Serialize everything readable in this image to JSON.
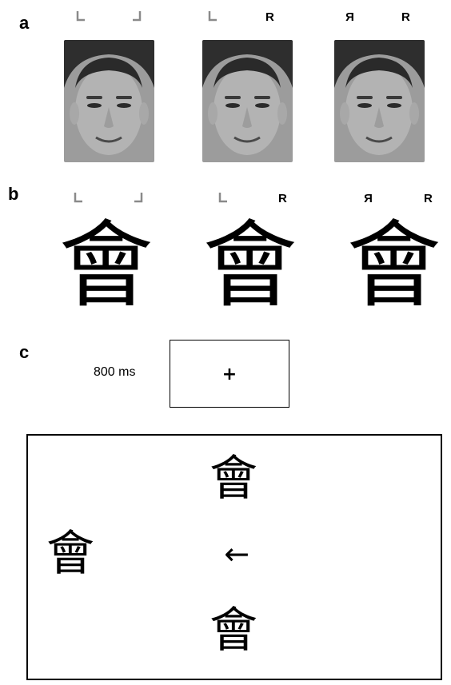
{
  "panels": {
    "a": {
      "letter": "a",
      "stimuli": [
        {
          "labels": [
            "L",
            "J"
          ],
          "label_styles": [
            "gray-corner",
            "gray-corner-mirror"
          ],
          "image": "face-icon"
        },
        {
          "labels": [
            "L",
            "R"
          ],
          "label_styles": [
            "gray-corner",
            "bold"
          ],
          "image": "face-icon"
        },
        {
          "labels": [
            "R",
            "R"
          ],
          "label_styles": [
            "bold-mirror",
            "bold"
          ],
          "image": "face-icon"
        }
      ]
    },
    "b": {
      "letter": "b",
      "character": "會",
      "stimuli": [
        {
          "labels": [
            "L",
            "J"
          ]
        },
        {
          "labels": [
            "L",
            "R"
          ]
        },
        {
          "labels": [
            "R",
            "R"
          ]
        }
      ]
    },
    "c": {
      "letter": "c",
      "fixation_duration": "800 ms",
      "fixation_symbol": "+",
      "arrow_symbol": "←",
      "character": "會"
    }
  }
}
